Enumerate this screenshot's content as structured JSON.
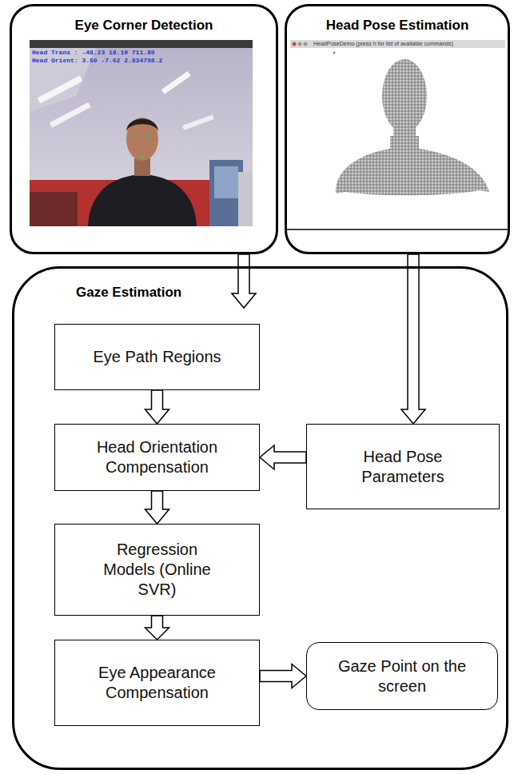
{
  "diagram": {
    "nodes": [
      {
        "text": [
          "Eye Corner Detection"
        ]
      },
      {
        "text": [
          "Head Pose Estimation"
        ]
      },
      {
        "text": [
          "Gaze Estimation"
        ]
      },
      {
        "text": [
          "Eye Path Regions"
        ],
        "in": 2
      },
      {
        "text": [
          "Head Orientation Compensation"
        ],
        "in": 2
      },
      {
        "text": [
          "Head Pose Parameters"
        ],
        "in": 2
      },
      {
        "text": [
          "Regression Models (Online SVR)"
        ],
        "in": 2
      },
      {
        "text": [
          "Eye Appearance Compensation"
        ],
        "in": 2
      },
      {
        "text": [
          "Gaze Point on the screen"
        ],
        "in": 2
      }
    ],
    "edges": [
      {
        "from": 0,
        "to": 2,
        "arrow": "to"
      },
      {
        "from": 1,
        "to": 5,
        "arrow": "to"
      },
      {
        "from": 3,
        "to": 4,
        "arrow": "to"
      },
      {
        "from": 5,
        "to": 4,
        "arrow": "to"
      },
      {
        "from": 4,
        "to": 6,
        "arrow": "to"
      },
      {
        "from": 6,
        "to": 7,
        "arrow": "to"
      },
      {
        "from": 7,
        "to": 8,
        "arrow": "to"
      }
    ],
    "labels": [
      "Head Trans : -48.23 18.10 711.80",
      "Head Orient: 3.50 -7.62 2.834798.2",
      "HeadPoseDemo (press h for list of available commands)"
    ]
  }
}
